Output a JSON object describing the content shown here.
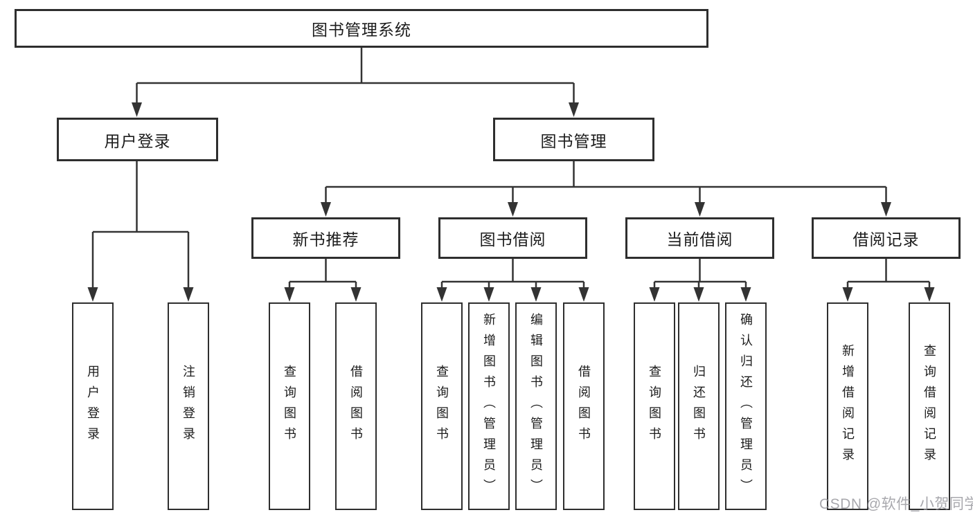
{
  "diagram": {
    "root": {
      "label": "图书管理系统"
    },
    "level2": {
      "user_login": {
        "label": "用户登录"
      },
      "book_management": {
        "label": "图书管理"
      }
    },
    "level3": {
      "new_book_recommend": {
        "label": "新书推荐"
      },
      "book_borrowing": {
        "label": "图书借阅"
      },
      "current_borrowing": {
        "label": "当前借阅"
      },
      "borrow_records": {
        "label": "借阅记录"
      }
    },
    "leaves": {
      "user_login_children": [
        {
          "label": "用户登录"
        },
        {
          "label": "注销登录"
        }
      ],
      "new_book_recommend_children": [
        {
          "label": "查询图书"
        },
        {
          "label": "借阅图书"
        }
      ],
      "book_borrowing_children": [
        {
          "label": "查询图书"
        },
        {
          "label": "新增图书（管理员）"
        },
        {
          "label": "编辑图书（管理员）"
        },
        {
          "label": "借阅图书"
        }
      ],
      "current_borrowing_children": [
        {
          "label": "查询图书"
        },
        {
          "label": "归还图书"
        },
        {
          "label": "确认归还（管理员）"
        }
      ],
      "borrow_records_children": [
        {
          "label": "新增借阅记录"
        },
        {
          "label": "查询借阅记录"
        }
      ]
    }
  },
  "watermark": {
    "text": "CSDN @软件_小贺同学"
  },
  "colors": {
    "line": "#333333",
    "box_border": "#2e2e2e",
    "text": "#1c1c1c",
    "background": "#ffffff",
    "watermark": "#8f8f96"
  }
}
